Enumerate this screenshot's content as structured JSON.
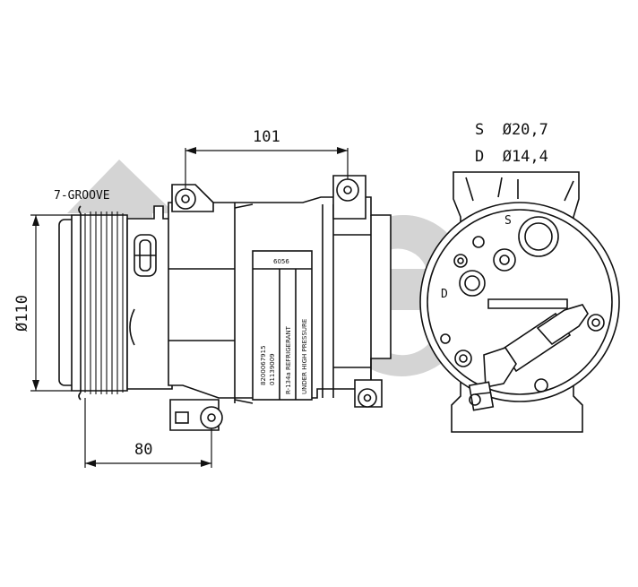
{
  "watermark": "aer",
  "labels": {
    "groove": "7-GROOVE",
    "dim_width": "101",
    "dim_diameter": "Ø110",
    "dim_depth": "80",
    "suction": "S  Ø20,7",
    "discharge": "D  Ø14,4",
    "port_s": "S",
    "port_d": "D"
  },
  "plate": {
    "code": "6056",
    "part1": "8200067915",
    "part2": "01139009",
    "refrigerant": "R-134a REFRIGERANT",
    "warning": "UNDER HIGH PRESSURE"
  },
  "colors": {
    "line": "#111111",
    "watermark": "#d4d4d4"
  }
}
